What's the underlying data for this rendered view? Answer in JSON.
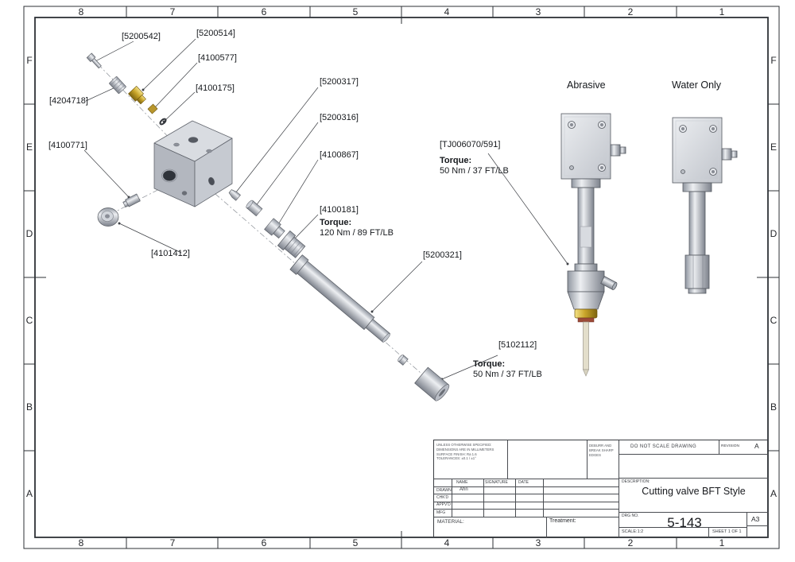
{
  "grid": {
    "cols": [
      "8",
      "7",
      "6",
      "5",
      "4",
      "3",
      "2",
      "1"
    ],
    "rows": [
      "F",
      "E",
      "D",
      "C",
      "B",
      "A"
    ]
  },
  "views": {
    "abrasive": "Abrasive",
    "water_only": "Water Only"
  },
  "callouts": [
    {
      "label": "[5200542]"
    },
    {
      "label": "[5200514]"
    },
    {
      "label": "[4100577]"
    },
    {
      "label": "[4100175]"
    },
    {
      "label": "[4204718]"
    },
    {
      "label": "[5200317]"
    },
    {
      "label": "[5200316]"
    },
    {
      "label": "[4100867]"
    },
    {
      "label": "[4100771]"
    },
    {
      "label": "[4100181]"
    },
    {
      "label": "[4101412]"
    },
    {
      "label": "[5200321]"
    },
    {
      "label": "[5102112]"
    },
    {
      "label": "[TJ006070/591]"
    }
  ],
  "torque": {
    "label": "Torque:",
    "gland": "120 Nm / 89 FT/LB",
    "collar": "50 Nm / 37 FT/LB",
    "head": "50 Nm / 37 FT/LB"
  },
  "title_block": {
    "spec_notes": "UNLESS OTHERWISE SPECIFIED:\nDIMENSIONS ARE IN MILLIMETERS\nSURFACE FINISH: Ra 1.6\nTOLERANCES: ±0.1 / ±1°",
    "deburr_note": "DEBURR AND\nBREAK SHARP\nEDGES",
    "do_not_scale": "DO NOT SCALE DRAWING",
    "revision_label": "REVISION",
    "revision": "A",
    "name_header": "NAME",
    "signature_header": "SIGNATURE",
    "date_header": "DATE",
    "row_drawn": "DRAWN",
    "row_chkd": "CHK'D",
    "row_appvd": "APPV'D",
    "row_mfg": "MFG",
    "drawn_name": "Ahn",
    "material_label": "MATERIAL:",
    "treatment_label": "Treatment:",
    "description_label": "DESCRIPTION:",
    "description": "Cutting valve BFT Style",
    "drg_no_label": "DRG NO.",
    "drg_no": "5-143",
    "paper_size": "A3",
    "scale_text": "SCALE:1:2",
    "sheet_text": "SHEET 1 OF 1"
  }
}
